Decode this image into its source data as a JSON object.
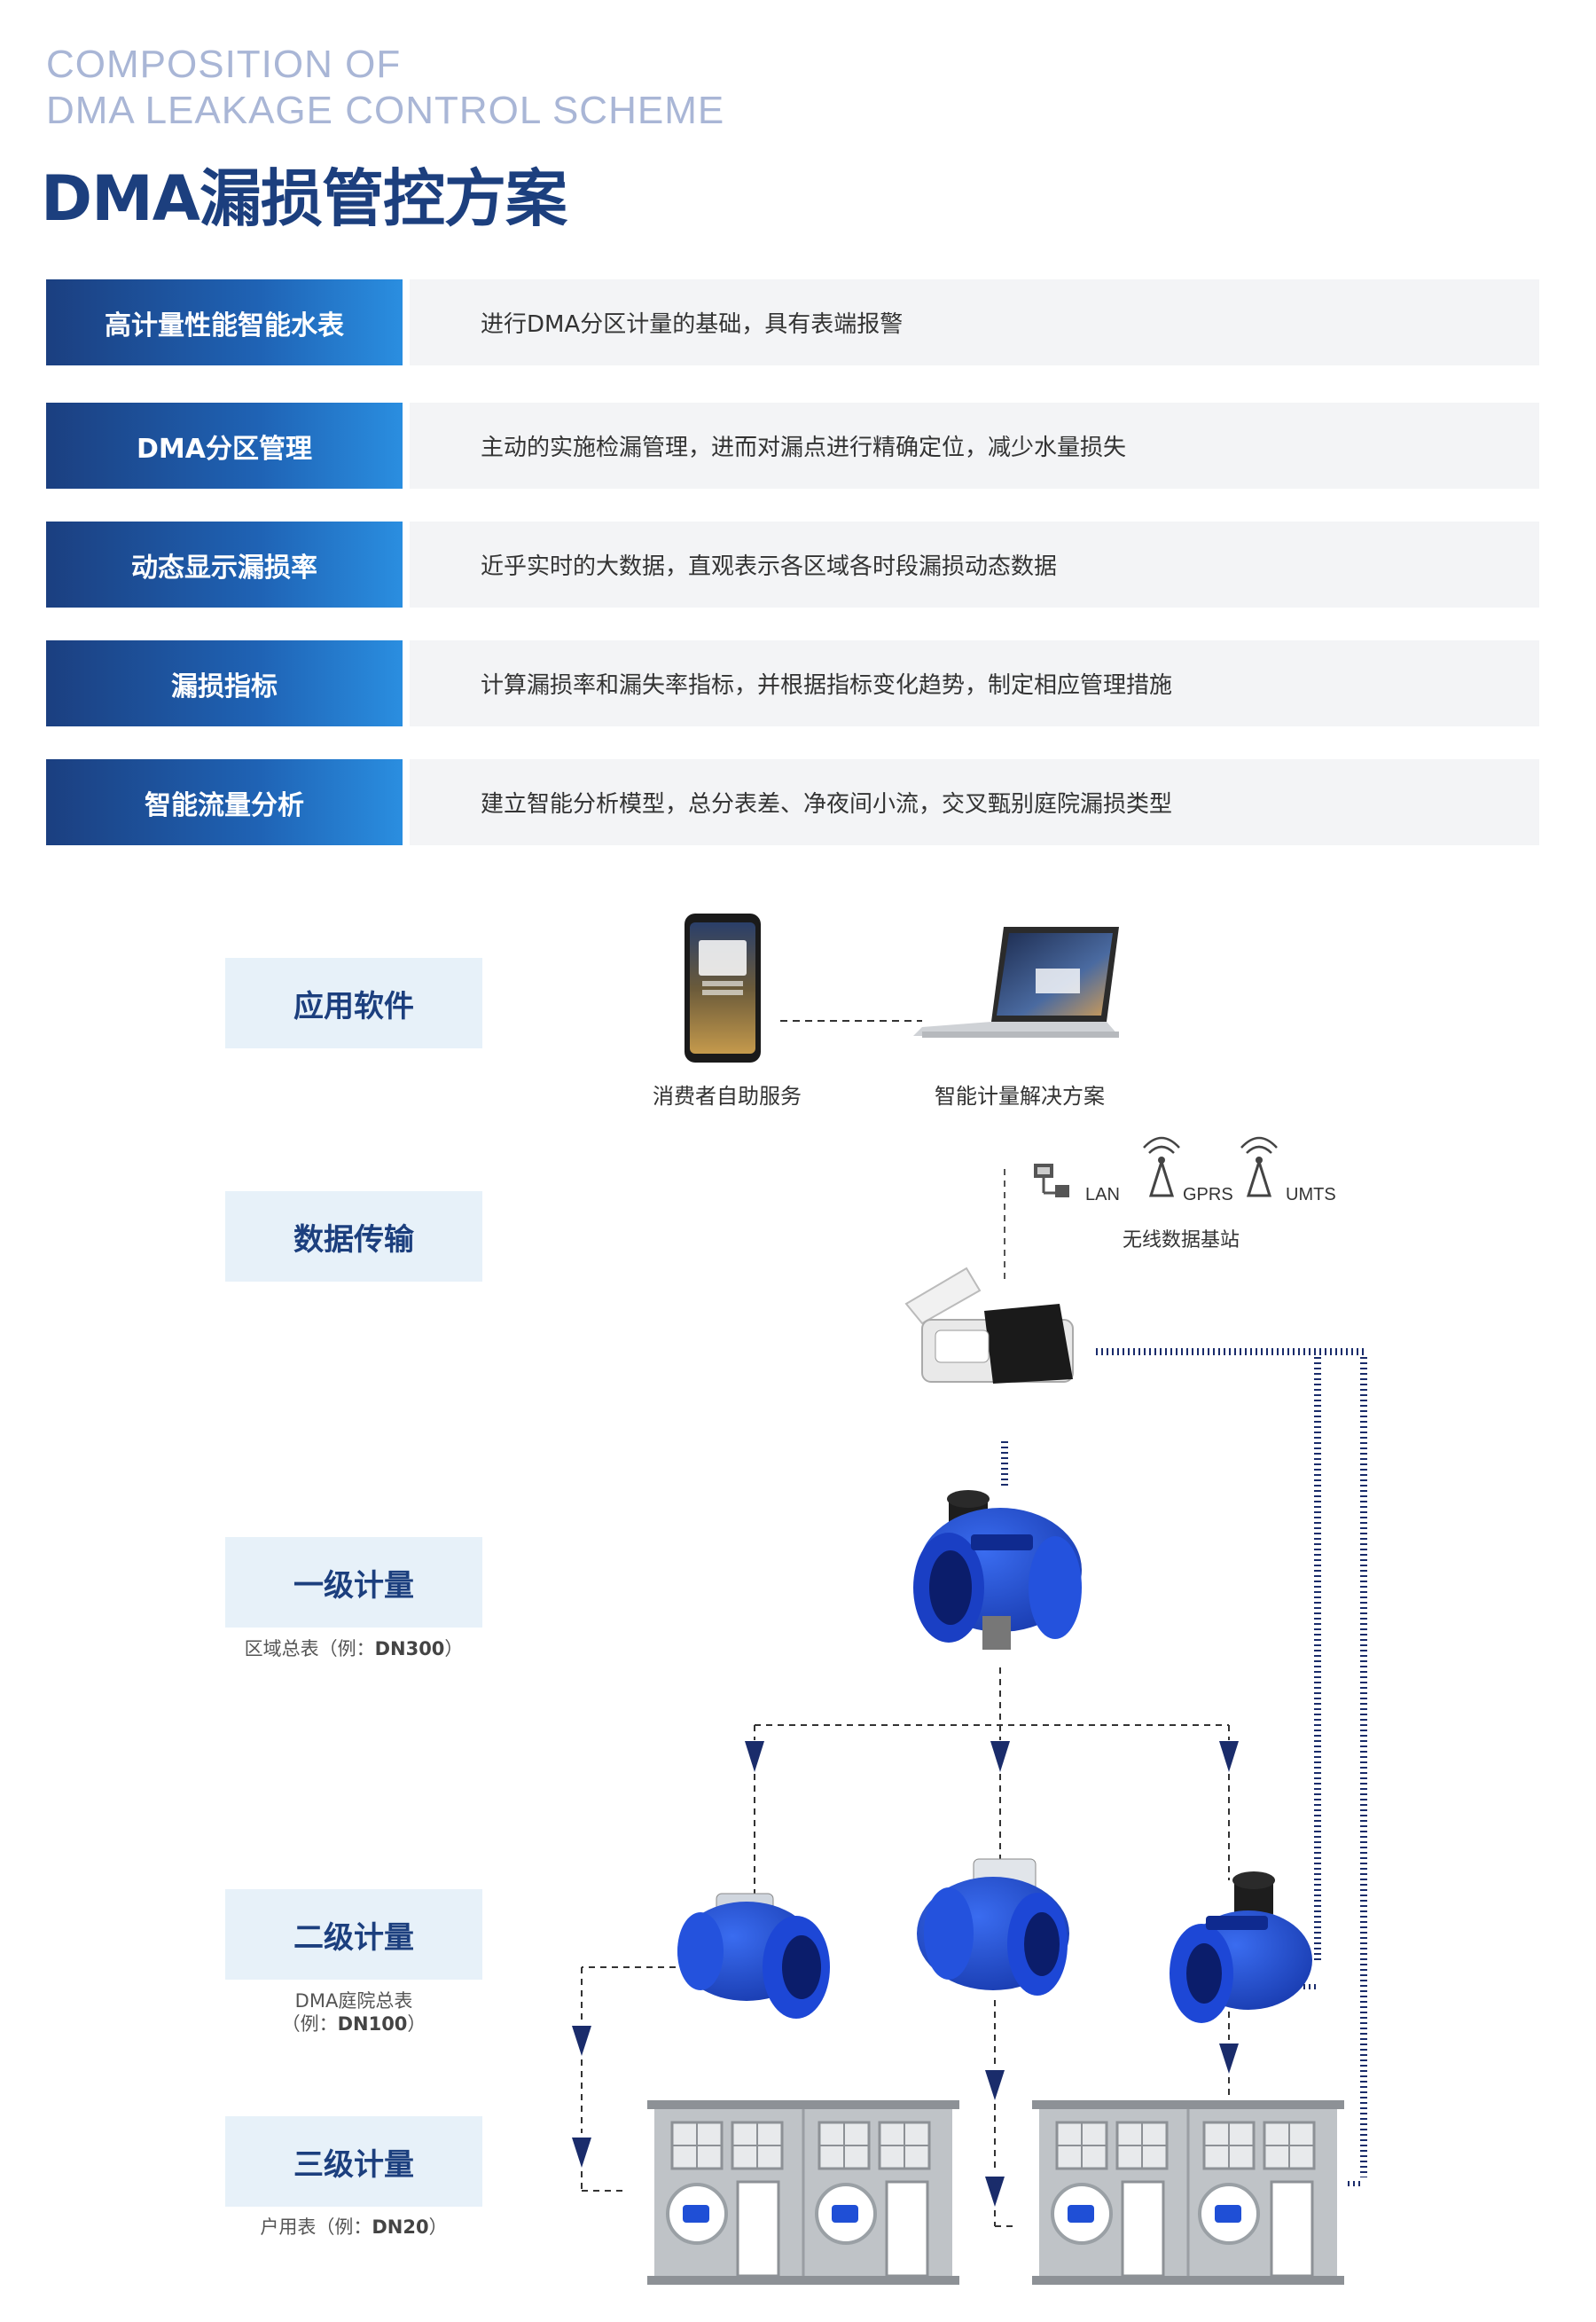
{
  "header": {
    "en_line1": "COMPOSITION OF",
    "en_line2": "DMA LEAKAGE CONTROL SCHEME",
    "title": "DMA漏损管控方案"
  },
  "features": [
    {
      "label": "高计量性能智能水表",
      "desc": "进行DMA分区计量的基础，具有表端报警"
    },
    {
      "label": "DMA分区管理",
      "desc": "主动的实施检漏管理，进而对漏点进行精确定位，减少水量损失"
    },
    {
      "label": "动态显示漏损率",
      "desc": "近乎实时的大数据，直观表示各区域各时段漏损动态数据"
    },
    {
      "label": "漏损指标",
      "desc": "计算漏损率和漏失率指标，并根据指标变化趋势，制定相应管理措施"
    },
    {
      "label": "智能流量分析",
      "desc": "建立智能分析模型，总分表差、净夜间小流，交叉甄别庭院漏损类型"
    }
  ],
  "levels": {
    "app": {
      "label": "应用软件"
    },
    "transfer": {
      "label": "数据传输"
    },
    "level1": {
      "label": "一级计量",
      "sub_prefix": "区域总表（例：",
      "sub_value": "DN300",
      "sub_suffix": "）"
    },
    "level2": {
      "label": "二级计量",
      "sub_line1": "DMA庭院总表",
      "sub_prefix": "（例：",
      "sub_value": "DN100",
      "sub_suffix": "）"
    },
    "level3": {
      "label": "三级计量",
      "sub_prefix": "户用表（例：",
      "sub_value": "DN20",
      "sub_suffix": "）"
    }
  },
  "devices": {
    "phone_caption": "消费者自助服务",
    "laptop_caption": "智能计量解决方案"
  },
  "network": {
    "lan": "LAN",
    "gprs": "GPRS",
    "umts": "UMTS",
    "base_station": "无线数据基站"
  },
  "colors": {
    "label_gradient_start": "#1b3f80",
    "label_gradient_end": "#2a8ee0",
    "level_box_bg": "#e7f1f9",
    "title_color": "#1c3f7e",
    "meter_blue": "#1f4fd6",
    "arrow_navy": "#1a2c6b"
  }
}
